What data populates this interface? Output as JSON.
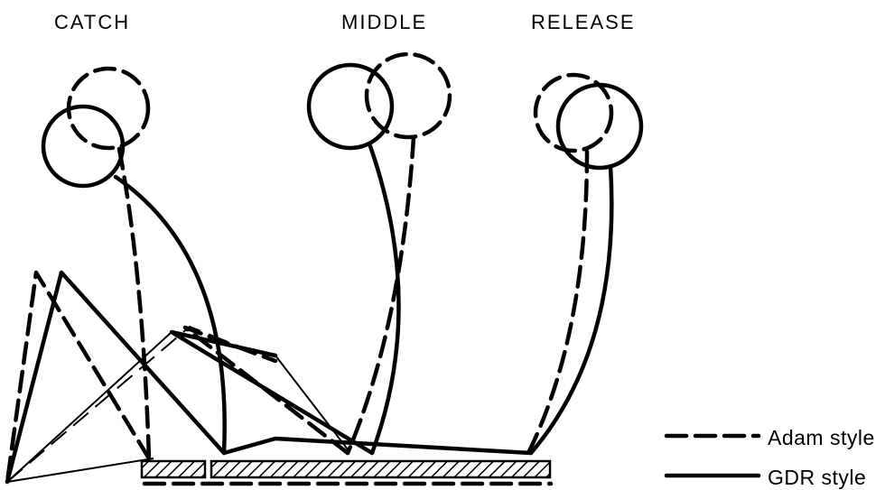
{
  "phases": {
    "catch": "CATCH",
    "middle": "MIDDLE",
    "release": "RELEASE"
  },
  "legend": {
    "adam": {
      "label": "Adam style",
      "line_style": "dashed"
    },
    "gdr": {
      "label": "GDR style",
      "line_style": "solid"
    }
  },
  "colors": {
    "line": "#000000",
    "background": "#ffffff"
  }
}
